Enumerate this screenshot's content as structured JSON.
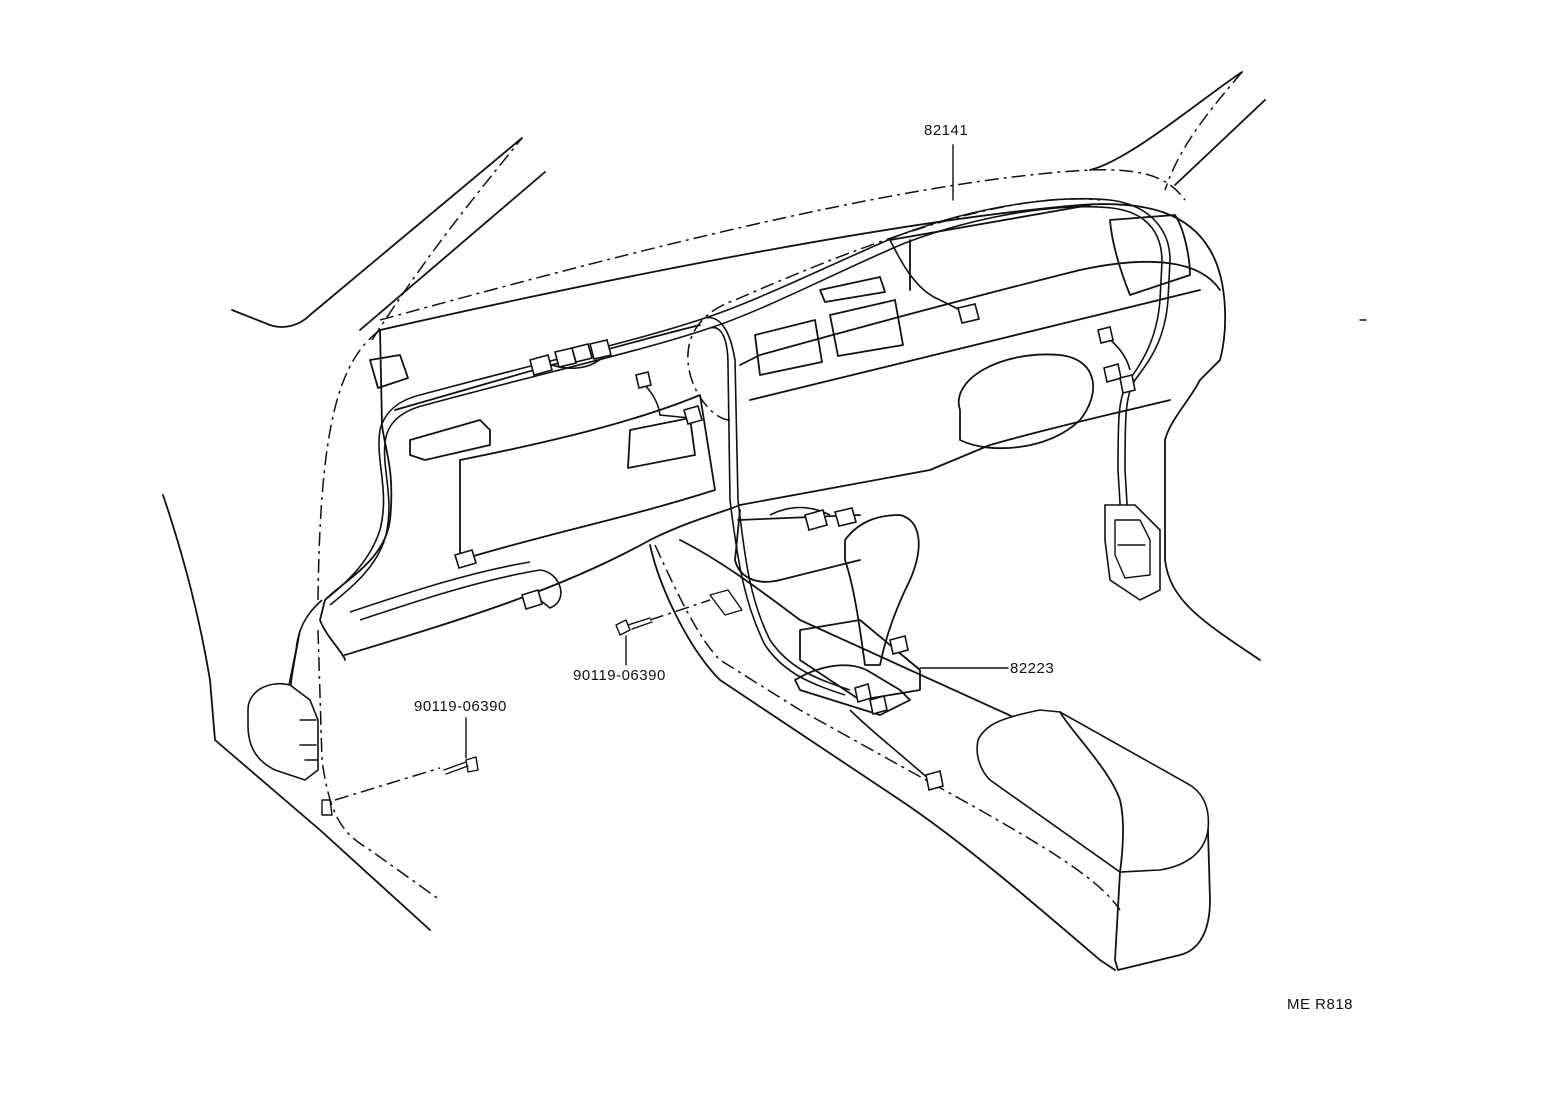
{
  "parts": {
    "harness_instrument_panel": "82141",
    "harness_console": "82223",
    "bolt_center": "90119-06390",
    "bolt_left": "90119-06390"
  },
  "diagram_code": "ME R818"
}
